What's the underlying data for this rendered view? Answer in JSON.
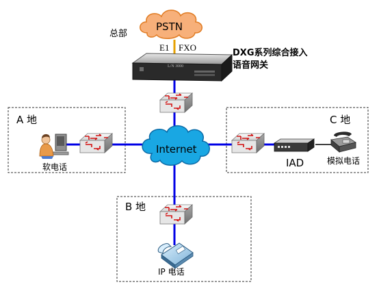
{
  "hq": {
    "site_label": "总部",
    "cloud_label": "PSTN",
    "e1_label": "E1",
    "fxo_label": "FXO"
  },
  "gateway": {
    "title_line1": "DXG系列综合接入",
    "title_line2": "语音网关",
    "front_label": "L/N 3000"
  },
  "internet": {
    "label": "Internet"
  },
  "site_a": {
    "label": "A 地",
    "device_label": "软电话"
  },
  "site_b": {
    "label": "B 地",
    "device_label": "IP 电话"
  },
  "site_c": {
    "label": "C 地",
    "iad_label": "IAD",
    "device_label": "模拟电话"
  },
  "colors": {
    "link": "#0000e6",
    "cloud_fill": "#19a7e3",
    "pstn_fill": "#f7b07a",
    "fxo_line": "#e6a000",
    "dashed_border": "#333333"
  }
}
